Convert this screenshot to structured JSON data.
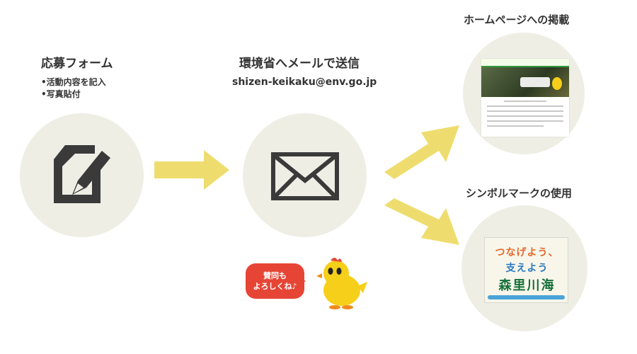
{
  "steps": {
    "form": {
      "title": "応募フォーム",
      "bullets": [
        "•活動内容を記入",
        "•写真貼付"
      ],
      "icon": "edit-form-icon"
    },
    "mail": {
      "title": "環境省へメールで送信",
      "email": "shizen-keikaku@env.go.jp",
      "icon": "envelope-icon"
    },
    "homepage": {
      "title": "ホームページへの掲載"
    },
    "symbol": {
      "title": "シンボルマークの使用",
      "logo_lines": [
        "つなげよう、",
        "支えよう",
        "森里川海"
      ]
    }
  },
  "mascot": {
    "bubble_lines": [
      "賛同も",
      "よろしくね♪"
    ],
    "icon": "chick-mascot-icon"
  },
  "colors": {
    "circle": "#eeeee5",
    "arrow": "#eedd6e",
    "icon_dark": "#3a3a3a",
    "bubble": "#e64536",
    "mascot_yellow": "#f5cf19"
  }
}
